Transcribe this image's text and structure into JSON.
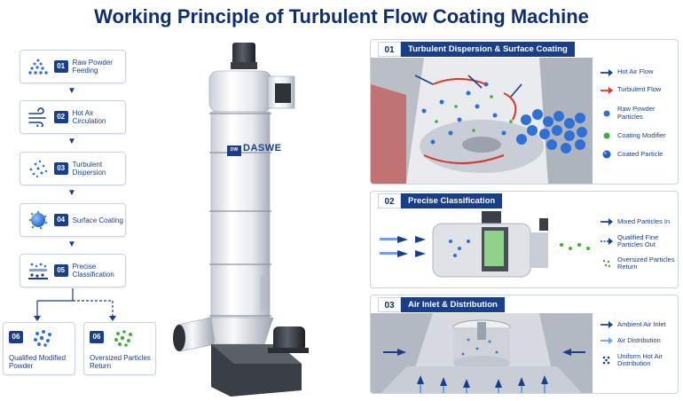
{
  "title": "Working Principle of Turbulent Flow Coating Machine",
  "steps": [
    {
      "num": "01",
      "label": "Raw Powder Feeding",
      "icon": "powder-pile-icon"
    },
    {
      "num": "02",
      "label": "Hot Air Circulation",
      "icon": "hot-air-icon"
    },
    {
      "num": "03",
      "label": "Turbulent Dispersion",
      "icon": "dispersion-icon"
    },
    {
      "num": "04",
      "label": "Surface Coating",
      "icon": "coated-sphere-icon"
    },
    {
      "num": "05",
      "label": "Precise Classification",
      "icon": "classification-icon"
    }
  ],
  "outputs": [
    {
      "num": "06",
      "label": "Qualified Modified Powder",
      "icon": "blue-particles-icon"
    },
    {
      "num": "06",
      "label": "Oversized Particles Return",
      "icon": "green-particles-icon"
    }
  ],
  "machine": {
    "brand": "DASWE",
    "logo_text": "DW"
  },
  "panels": [
    {
      "num": "01",
      "title": "Turbulent Dispersion & Surface Coating",
      "legend": [
        {
          "label": "Hot Air Flow",
          "icon": "dark-blue-arrow-icon",
          "color": "#1a3f8a"
        },
        {
          "label": "Turbulent Flow",
          "icon": "red-arrow-icon",
          "color": "#d9342b"
        },
        {
          "label": "Raw Powder Particles",
          "icon": "blue-dot-icon",
          "color": "#2f6fd6"
        },
        {
          "label": "Coating Modifier",
          "icon": "green-dot-icon",
          "color": "#3fae3a"
        },
        {
          "label": "Coated Particle",
          "icon": "coated-dot-icon",
          "color": "#1f5fcf"
        }
      ]
    },
    {
      "num": "02",
      "title": "Precise Classification",
      "legend": [
        {
          "label": "Mixed Particles In",
          "icon": "dark-blue-arrow-icon",
          "color": "#1a3f8a"
        },
        {
          "label": "Qualified Fine Particles Out",
          "icon": "dotted-blue-arrow-icon",
          "color": "#1a3f8a"
        },
        {
          "label": "Oversized Particles Return",
          "icon": "green-dots-arrow-icon",
          "color": "#3fae3a"
        }
      ]
    },
    {
      "num": "03",
      "title": "Air Inlet & Distribution",
      "legend": [
        {
          "label": "Ambient Air Inlet",
          "icon": "dark-blue-arrow-icon",
          "color": "#1a3f8a"
        },
        {
          "label": "Air Distribution",
          "icon": "light-blue-arrow-icon",
          "color": "#6fa3e8"
        },
        {
          "label": "Uniform Hot Air Distribution",
          "icon": "blue-dots-icon",
          "color": "#1a3f8a"
        }
      ]
    }
  ]
}
